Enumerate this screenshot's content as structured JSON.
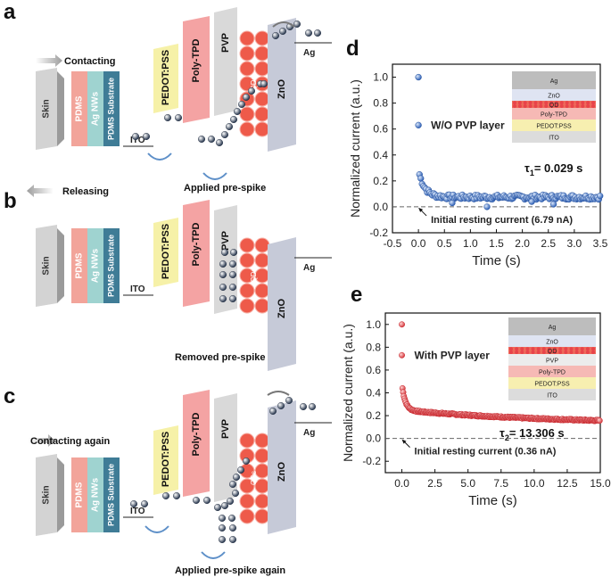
{
  "panels": {
    "a": {
      "letter": "a",
      "action": "Contacting",
      "caption": "Applied pre-spike",
      "qd_label": "QDs"
    },
    "b": {
      "letter": "b",
      "action": "Releasing",
      "caption": "Removed pre-spike",
      "qd_label": "QDs"
    },
    "c": {
      "letter": "c",
      "action": "Contacting again",
      "caption": "Applied pre-spike again",
      "qd_label": "QDs"
    }
  },
  "stack": {
    "skin": "Skin",
    "pdms": "PDMS",
    "agnws": "Ag NWs",
    "substrate": "PDMS Substrate"
  },
  "device_layers": {
    "ito": "ITO",
    "pedot": "PEDOT:PSS",
    "polytpd": "Poly-TPD",
    "pvp": "PVP",
    "zno": "ZnO",
    "ag": "Ag"
  },
  "colors": {
    "pedot": "#f6f1a8",
    "polytpd": "#f4a3a3",
    "pvp": "#d9d9d9",
    "zno": "#c6cad8",
    "skin": "#d3d3d3",
    "pdms": "#f2a49a",
    "agnws": "#9fd3d0",
    "substrate": "#3f7c96",
    "qd_red": "#ee5a4a",
    "qd_green": "#c4e2a6",
    "series_d": "#3a6fc4",
    "series_e": "#e8434a"
  },
  "chart_data": [
    {
      "panel": "d",
      "type": "scatter",
      "ylabel": "Normalized current (a.u.)",
      "xlabel": "Time (s)",
      "xlim": [
        -0.5,
        3.5
      ],
      "ylim": [
        -0.2,
        1.1
      ],
      "xticks": [
        "-0.5",
        "0.0",
        "0.5",
        "1.0",
        "1.5",
        "2.0",
        "2.5",
        "3.0",
        "3.5"
      ],
      "yticks": [
        "-0.2",
        "0.0",
        "0.2",
        "0.4",
        "0.6",
        "0.8",
        "1.0"
      ],
      "legend": "W/O PVP layer",
      "tau_label": "τ",
      "tau_sub": "1",
      "tau_value": "= 0.029 s",
      "baseline_label": "Initial resting current (6.79 nA)",
      "inset_layers": [
        "Ag",
        "ZnO",
        "QD",
        "Poly-TPD",
        "PEDOT:PSS",
        "ITO"
      ],
      "points": [
        [
          0.0,
          1.0
        ],
        [
          0.0,
          0.63
        ]
      ],
      "decay": {
        "t0": 0.02,
        "y0": 0.25,
        "floor": 0.075,
        "tau": 0.12,
        "t_end": 3.5,
        "noise": 0.018,
        "dips": [
          [
            0.65,
            0.03
          ],
          [
            1.32,
            0.0
          ],
          [
            2.6,
            0.02
          ],
          [
            2.18,
            0.04
          ]
        ]
      }
    },
    {
      "panel": "e",
      "type": "scatter",
      "ylabel": "Normalized current (a.u.)",
      "xlabel": "Time (s)",
      "xlim": [
        -1.25,
        15.0
      ],
      "ylim": [
        -0.3,
        1.1
      ],
      "xticks": [
        "0.0",
        "2.5",
        "5.0",
        "7.5",
        "10.0",
        "12.5",
        "15.0"
      ],
      "yticks": [
        "-0.2",
        "0.0",
        "0.2",
        "0.4",
        "0.6",
        "0.8",
        "1.0"
      ],
      "legend": "With PVP layer",
      "tau_label": "τ",
      "tau_sub": "2",
      "tau_value": "= 13.306 s",
      "baseline_label": "Initial resting current (0.36 nA)",
      "inset_layers": [
        "Ag",
        "ZnO",
        "QD",
        "PVP",
        "Poly-TPD",
        "PEDOT:PSS",
        "ITO"
      ],
      "points": [
        [
          0.0,
          1.0
        ],
        [
          0.0,
          0.73
        ]
      ],
      "decay": {
        "t0": 0.05,
        "y0": 0.44,
        "floor": 0.12,
        "tau": 12.0,
        "t_end": 15.0,
        "noise": 0.006
      }
    }
  ]
}
